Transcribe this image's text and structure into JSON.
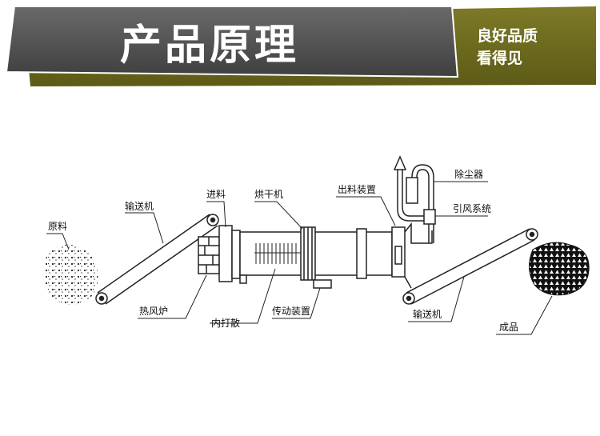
{
  "header": {
    "title": "产品原理",
    "slogan_line1": "良好品质",
    "slogan_line2": "看得见"
  },
  "colors": {
    "banner_dark": "#555555",
    "banner_olive": "#6f6c1e"
  },
  "diagram": {
    "labels": {
      "raw_material": "原料",
      "conveyor_left": "输送机",
      "feed": "进料",
      "dryer": "烘干机",
      "discharge_device": "出料装置",
      "dust_remover": "除尘器",
      "induced_draft_system": "引风系统",
      "hot_air_furnace": "热风炉",
      "internal_scatter": "内打散",
      "transmission_device": "传动装置",
      "conveyor_right": "输送机",
      "finished_product": "成品"
    }
  }
}
